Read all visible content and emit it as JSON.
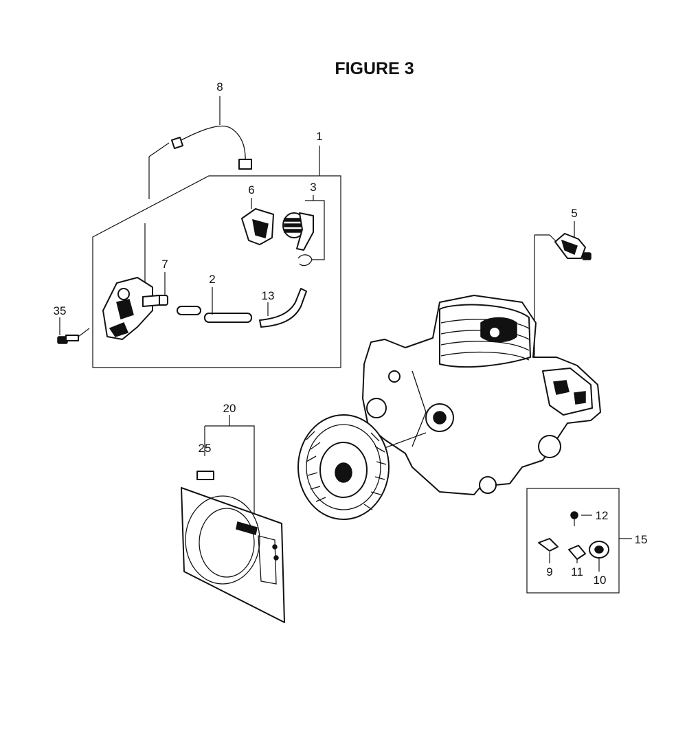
{
  "figure_title": "FIGURE 3",
  "callouts": {
    "c1": "1",
    "c2": "2",
    "c3": "3",
    "c5": "5",
    "c6": "6",
    "c7": "7",
    "c8": "8",
    "c9": "9",
    "c10": "10",
    "c11": "11",
    "c12": "12",
    "c13": "13",
    "c15": "15",
    "c20": "20",
    "c25": "25",
    "c35": "35"
  }
}
